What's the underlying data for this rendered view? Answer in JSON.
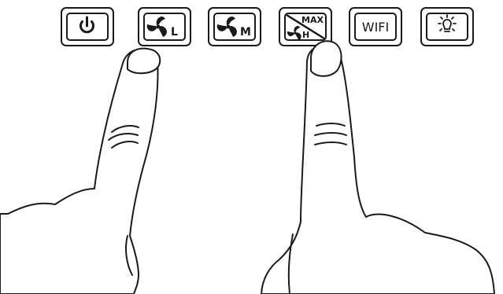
{
  "buttons": [
    {
      "id": "power",
      "icon": "power-icon",
      "label": ""
    },
    {
      "id": "fan-low",
      "icon": "fan-icon",
      "label": "L"
    },
    {
      "id": "fan-medium",
      "icon": "fan-icon",
      "label": "M"
    },
    {
      "id": "fan-high-max",
      "icon": "fan-icon",
      "label": "H",
      "top_label": "MAX"
    },
    {
      "id": "wifi",
      "icon": "",
      "label": "WIFI"
    },
    {
      "id": "light",
      "icon": "light-bulb-icon",
      "label": ""
    }
  ],
  "colors": {
    "outline": "#1a1a1a",
    "background": "#ffffff"
  }
}
